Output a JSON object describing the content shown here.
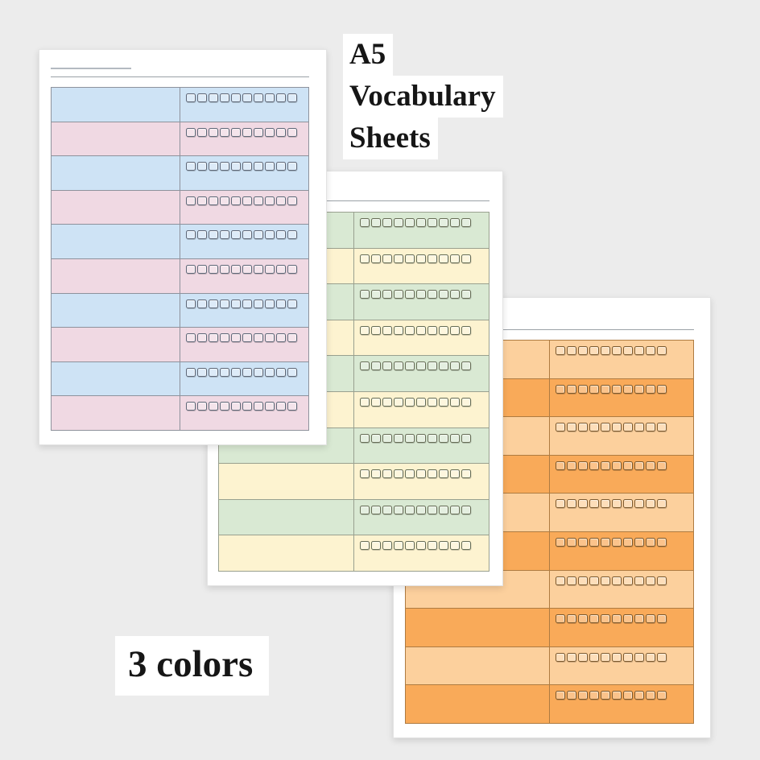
{
  "background_color": "#ececec",
  "labels": {
    "title_line_1": "A5",
    "title_line_2": "Vocabulary",
    "title_line_3": "Sheets",
    "caption": "3 colors"
  },
  "sheets": [
    {
      "name": "vocabulary-sheet-blue-pink",
      "paper_size": "A5",
      "rows": 10,
      "checkboxes_per_row": 10,
      "row_colors": [
        "#cee3f5",
        "#f0d9e3"
      ],
      "border_color": "#8e929c",
      "ink_color": "#5f6878"
    },
    {
      "name": "vocabulary-sheet-green-yellow",
      "paper_size": "A5",
      "rows": 10,
      "checkboxes_per_row": 10,
      "row_colors": [
        "#d9e9d3",
        "#fdf3d0"
      ],
      "border_color": "#99a08f",
      "ink_color": "#666d55"
    },
    {
      "name": "vocabulary-sheet-orange",
      "paper_size": "A5",
      "rows": 10,
      "checkboxes_per_row": 10,
      "row_colors": [
        "#fcd09d",
        "#f9aa59"
      ],
      "border_color": "#ae7b41",
      "ink_color": "#7d5a2e"
    }
  ]
}
